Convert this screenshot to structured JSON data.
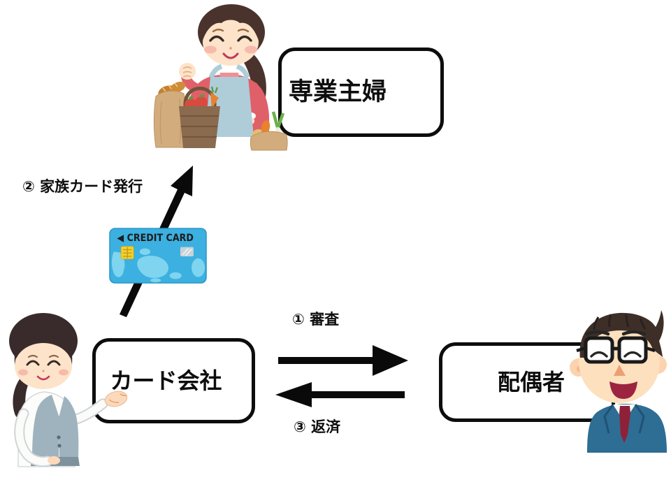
{
  "nodes": {
    "housewife": {
      "label": "専業主婦"
    },
    "card_company": {
      "label": "カード会社"
    },
    "spouse": {
      "label": "配偶者"
    }
  },
  "flows": {
    "screening": {
      "label": "① 審査"
    },
    "family_card_issue": {
      "label": "② 家族カード発行"
    },
    "repayment": {
      "label": "③ 返済"
    }
  },
  "credit_card": {
    "brand_text": "◀ CREDIT CARD"
  },
  "colors": {
    "arrow_black": "#0a0a0a",
    "box_border": "#0d0d0d",
    "card_blue": "#3cb0e0",
    "card_map_blue": "#7fd4f0",
    "chip_yellow": "#f3cf2b",
    "hologram_gray": "#c9d2d8",
    "suit_blue": "#2e6d94",
    "tie_red": "#8e2138",
    "housewife_shirt_red": "#e0606a",
    "apron_blue": "#aecdd9",
    "clerk_vest_gray": "#9fb3bf",
    "skin": "#fde3c9",
    "hair_dark": "#3d2f28"
  }
}
